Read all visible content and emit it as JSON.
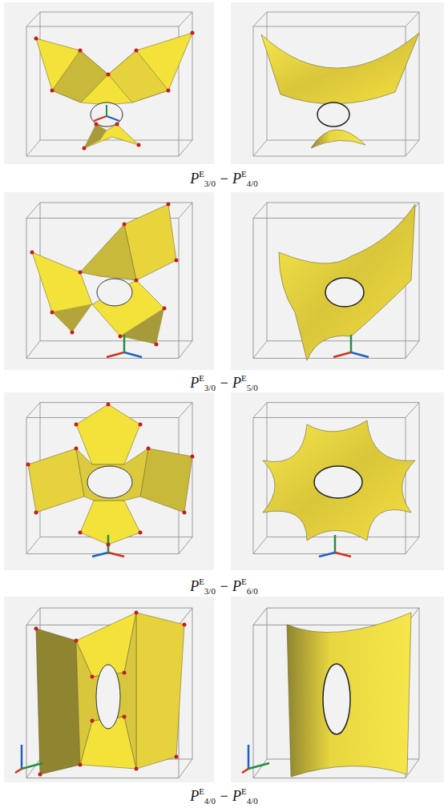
{
  "diagram": {
    "labels": [
      "PE3/0 − PE4/0",
      "PE3/0 − PE5/0",
      "PE3/0 − PE6/0",
      "PE4/0 − PE4/0"
    ]
  }
}
